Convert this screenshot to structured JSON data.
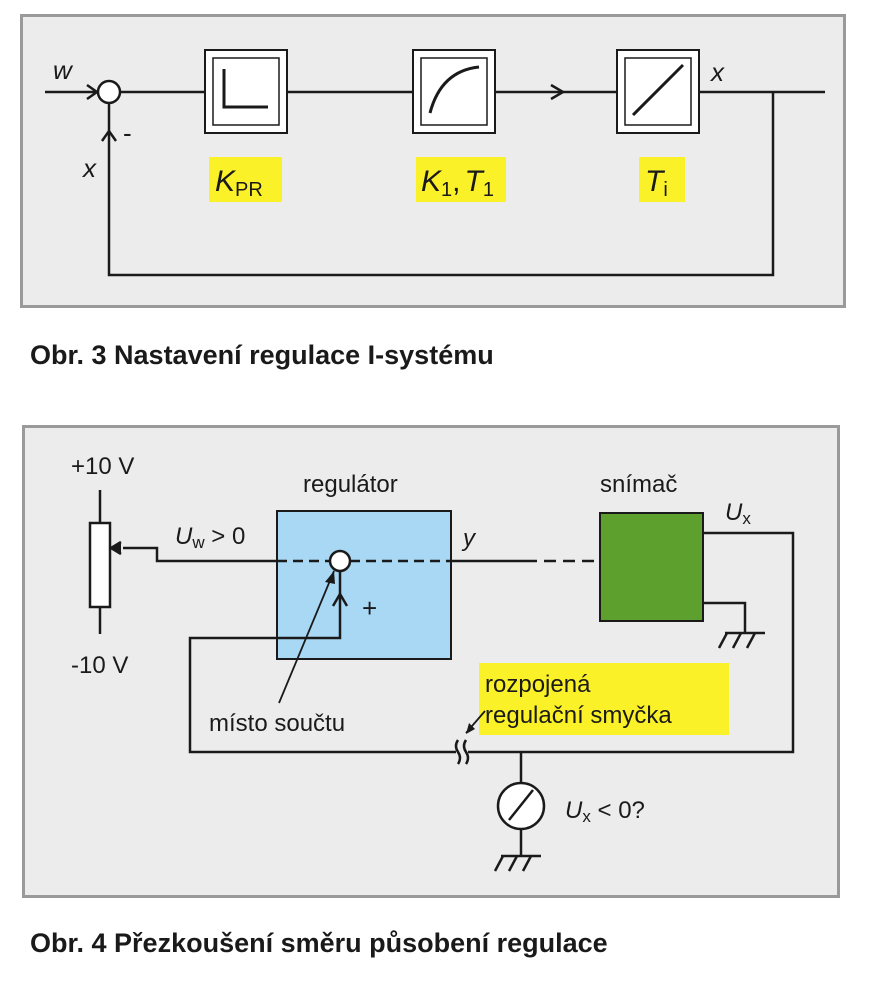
{
  "figure3": {
    "caption": "Obr. 3  Nastavení regulace I-systému",
    "input_label": "w",
    "feedback_label": "x",
    "minus_sign": "-",
    "output_label": "x",
    "blocks": [
      {
        "main": "K",
        "sub": "PR"
      },
      {
        "main": "K",
        "sub": "1",
        "sep": ",",
        "main2": "T",
        "sub2": "1"
      },
      {
        "main": "T",
        "sub": "i"
      }
    ]
  },
  "figure4": {
    "caption": "Obr. 4  Přezkoušení směru působení regulace",
    "plus_voltage": "+10 V",
    "minus_voltage": "-10 V",
    "uw_main": "U",
    "uw_sub": "w",
    "uw_rest": " > 0",
    "regulator_label": "regulátor",
    "y_label": "y",
    "plus_sign": "+",
    "sensor_label": "snímač",
    "ux_main": "U",
    "ux_sub": "x",
    "summing_point_label": "místo součtu",
    "open_loop_line1": "rozpojená",
    "open_loop_line2": "regulační smyčka",
    "meter_main": "U",
    "meter_sub": "x",
    "meter_rest": " < 0?",
    "colors": {
      "regulator": "#a8d8f4",
      "sensor": "#5ea02e",
      "highlight": "#fbf128"
    }
  }
}
